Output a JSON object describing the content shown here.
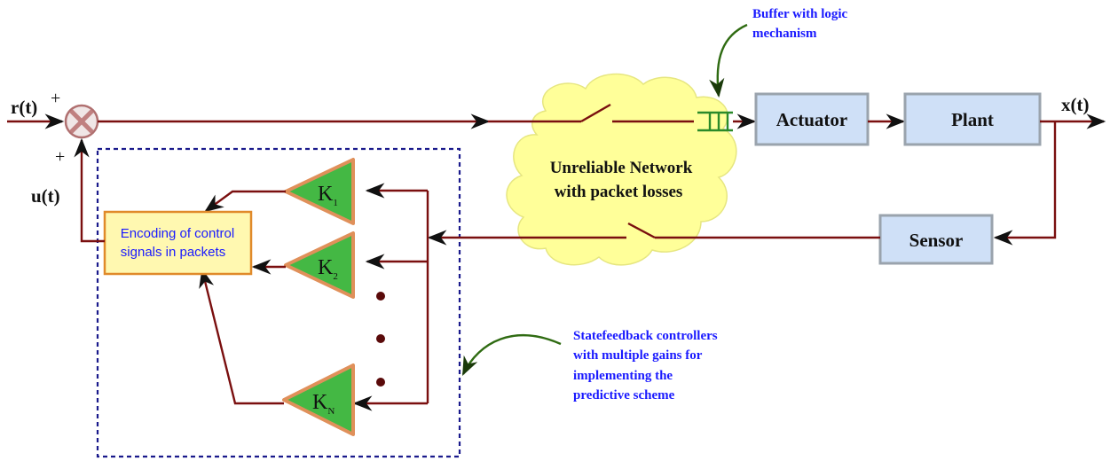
{
  "signals": {
    "reference": "r(t)",
    "state": "x(t)",
    "control": "u(t)",
    "plus_top": "+",
    "plus_bottom": "+"
  },
  "blocks": {
    "actuator": "Actuator",
    "plant": "Plant",
    "sensor": "Sensor"
  },
  "network": {
    "line1": "Unreliable Network",
    "line2": "with packet losses"
  },
  "encoder": {
    "line1": "Encoding of control",
    "line2": "signals in packets"
  },
  "gains": [
    {
      "base": "K",
      "sub": "1"
    },
    {
      "base": "K",
      "sub": "2"
    },
    {
      "base": "K",
      "sub": "N"
    }
  ],
  "annotations": {
    "buffer_line1": "Buffer with logic",
    "buffer_line2": "mechanism",
    "controllers_line1": "Statefeedback controllers",
    "controllers_line2": "with multiple gains for",
    "controllers_line3": "implementing the",
    "controllers_line4": "predictive scheme"
  },
  "colors": {
    "wire": "#7a0f0f",
    "block_fill": "#cfe0f7",
    "cloud_fill": "#ffff99",
    "gain_fill": "#44b844",
    "annotation_text": "#1a1aff",
    "dashed_box": "#1a1a8c",
    "encoder_fill": "#fff8b0",
    "encoder_border": "#e08a2a"
  }
}
